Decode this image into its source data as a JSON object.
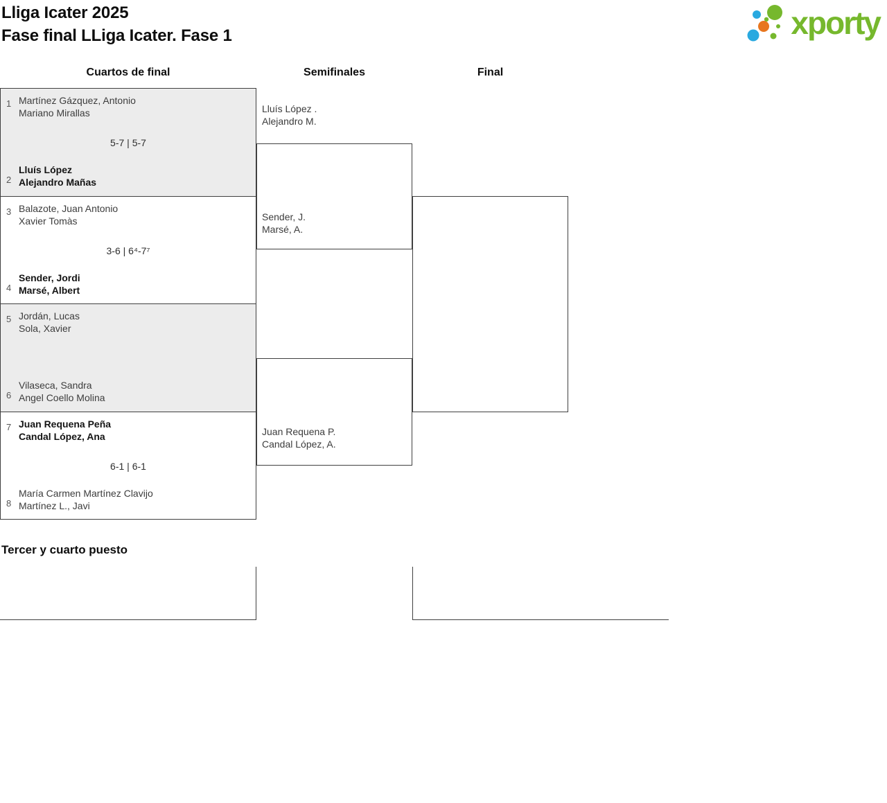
{
  "page": {
    "title": "Lliga Icater 2025",
    "subtitle": "Fase final LLiga Icater. Fase 1"
  },
  "logo": {
    "wordmark": "xporty"
  },
  "columns": {
    "quarterfinals": "Cuartos de final",
    "semifinals": "Semifinales",
    "final": "Final"
  },
  "quarterfinals": [
    {
      "seed_a": "1",
      "team_a_line1": "Martínez Gázquez, Antonio",
      "team_a_line2": "Mariano Mirallas",
      "score": "5-7 | 5-7",
      "seed_b": "2",
      "team_b_line1": "Lluís López",
      "team_b_line2": "Alejandro Mañas",
      "winner": "b"
    },
    {
      "seed_a": "3",
      "team_a_line1": "Balazote, Juan Antonio",
      "team_a_line2": "Xavier Tomàs",
      "score": "3-6 | 6⁴-7⁷",
      "seed_b": "4",
      "team_b_line1": "Sender, Jordi",
      "team_b_line2": "Marsé, Albert",
      "winner": "b"
    },
    {
      "seed_a": "5",
      "team_a_line1": "Jordán, Lucas",
      "team_a_line2": "Sola, Xavier",
      "score": "",
      "seed_b": "6",
      "team_b_line1": "Vilaseca, Sandra",
      "team_b_line2": "Angel Coello Molina",
      "winner": ""
    },
    {
      "seed_a": "7",
      "team_a_line1": "Juan Requena Peña",
      "team_a_line2": "Candal López, Ana",
      "score": "6-1 | 6-1",
      "seed_b": "8",
      "team_b_line1": "María Carmen Martínez Clavijo",
      "team_b_line2": "Martínez L., Javi",
      "winner": "a"
    }
  ],
  "semifinals": [
    {
      "top_line1": "Lluís López .",
      "top_line2": "Alejandro M.",
      "bottom_line1": "Sender, J.",
      "bottom_line2": "Marsé, A."
    },
    {
      "top_line1": "",
      "top_line2": "",
      "bottom_line1": "Juan Requena P.",
      "bottom_line2": "Candal López, A."
    }
  ],
  "third_place": {
    "heading": "Tercer y cuarto puesto"
  },
  "colors": {
    "brand_green": "#76b82d",
    "brand_blue": "#29a9e0",
    "brand_orange": "#e8761e",
    "box_fill": "#ececec",
    "line": "#3f3f3f"
  }
}
